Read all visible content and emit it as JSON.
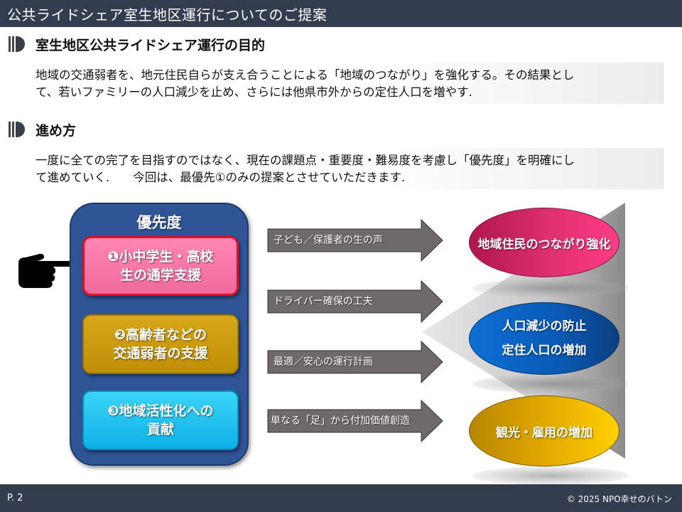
{
  "header": {
    "title": "公共ライドシェア室生地区運行についてのご提案"
  },
  "sections": [
    {
      "heading": "室生地区公共ライドシェア運行の目的",
      "lines": [
        "地域の交通弱者を、地元住民自らが支え合うことによる「地域のつながり」を強化する。その結果とし",
        "て、若いファミリーの人口減少を止め、さらには他県市外からの定住人口を増やす."
      ]
    },
    {
      "heading": "進め方",
      "lines": [
        "一度に全ての完了を目指すのではなく、現在の課題点・重要度・難易度を考慮し「優先度」を明確にし",
        "て進めていく.　　今回は、最優先①のみの提案とさせていただきます."
      ]
    }
  ],
  "priority": {
    "title": "優先度",
    "items": [
      {
        "line1": "❶小中学生・高校",
        "line2": "生の通学支援",
        "color": "#f06a9e",
        "selected": true
      },
      {
        "line1": "❷高齢者などの",
        "line2": "交通弱者の支援",
        "color": "#bf8e05",
        "selected": false
      },
      {
        "line1": "❸地域活性化への",
        "line2": "貢献",
        "color": "#0db0e6",
        "selected": false
      }
    ],
    "pointer_icon": "pointing-hand-icon"
  },
  "approaches": [
    "子ども／保護者の生の声",
    "ドライバー確保の工夫",
    "最適／安心の運行計画",
    "単なる「足」から付加価値創造"
  ],
  "goals": [
    {
      "lines": [
        "地域住民のつながり強化"
      ],
      "color": "#e0306f"
    },
    {
      "lines": [
        "人口減少の防止",
        "定住人口の増加"
      ],
      "color": "#0a5ab4"
    },
    {
      "lines": [
        "観光・雇用の増加"
      ],
      "color": "#e2a800"
    }
  ],
  "footer": {
    "page": "P. 2",
    "copyright": "© 2025 NPO幸せのバトン"
  }
}
